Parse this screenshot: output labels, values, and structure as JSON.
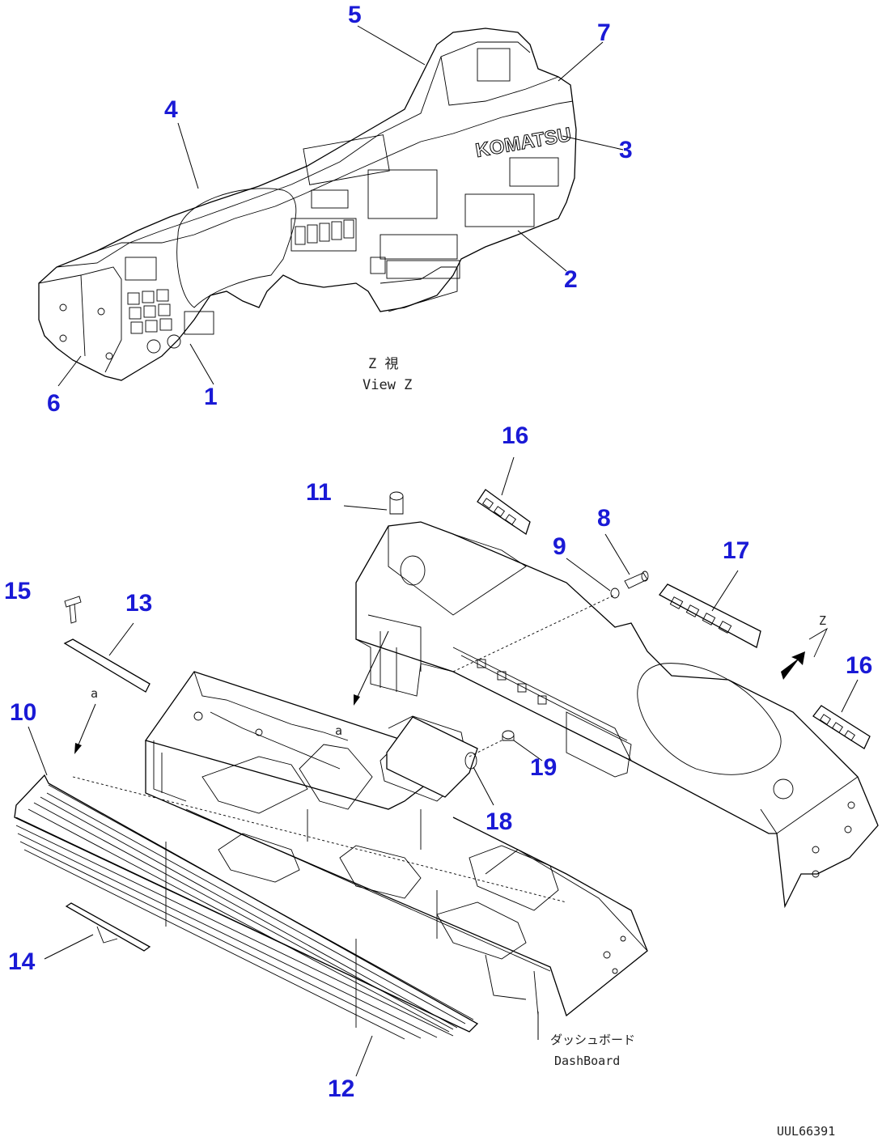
{
  "view_caption": {
    "jp": "Z 視",
    "en": "View Z"
  },
  "dashboard_caption": {
    "jp": "ダッシュボード",
    "en": "DashBoard"
  },
  "logo_text": "KOMATSU",
  "drawing_code": "UUL66391",
  "small_labels": {
    "a1": "a",
    "a2": "a",
    "z_arrow": "Z"
  },
  "callouts": [
    "1",
    "2",
    "3",
    "4",
    "5",
    "6",
    "7",
    "8",
    "9",
    "10",
    "11",
    "12",
    "13",
    "14",
    "15",
    "16",
    "16",
    "17",
    "18",
    "19"
  ],
  "callout_color": "#1a1ad6"
}
